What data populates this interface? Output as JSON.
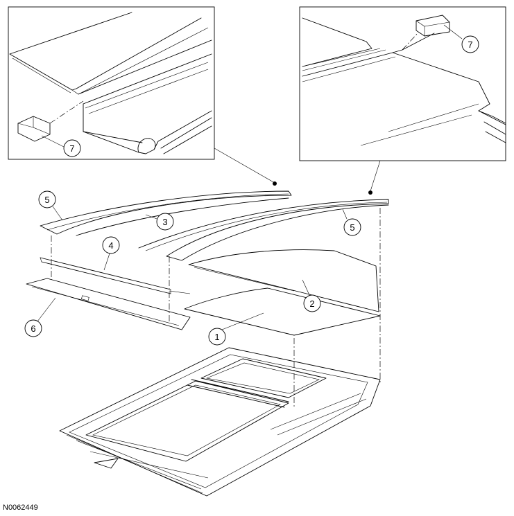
{
  "figure": {
    "id_label": "N0062449"
  },
  "callouts": [
    {
      "number": "1"
    },
    {
      "number": "2"
    },
    {
      "number": "3"
    },
    {
      "number": "4"
    },
    {
      "number": "5"
    },
    {
      "number": "5"
    },
    {
      "number": "6"
    },
    {
      "number": "7"
    },
    {
      "number": "7"
    }
  ]
}
